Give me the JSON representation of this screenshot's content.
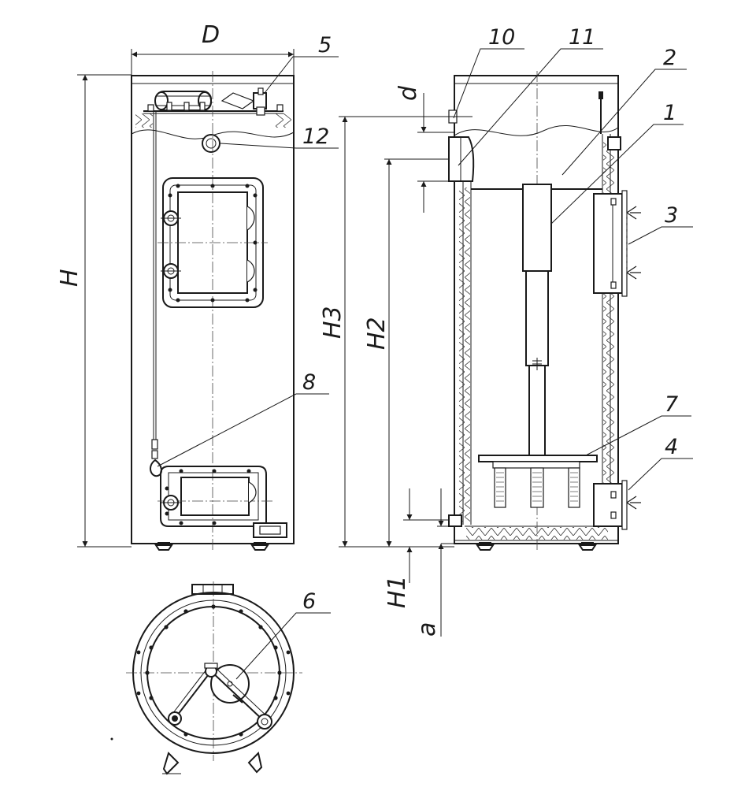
{
  "dimensions": {
    "D": "D",
    "H": "H",
    "H1": "H1",
    "H2": "H2",
    "H3": "H3",
    "d": "d",
    "a": "a"
  },
  "callouts": [
    "1",
    "2",
    "3",
    "4",
    "5",
    "6",
    "7",
    "8",
    "10",
    "11",
    "12"
  ],
  "colors": {
    "line": "#1a1a1a",
    "background": "#ffffff"
  }
}
